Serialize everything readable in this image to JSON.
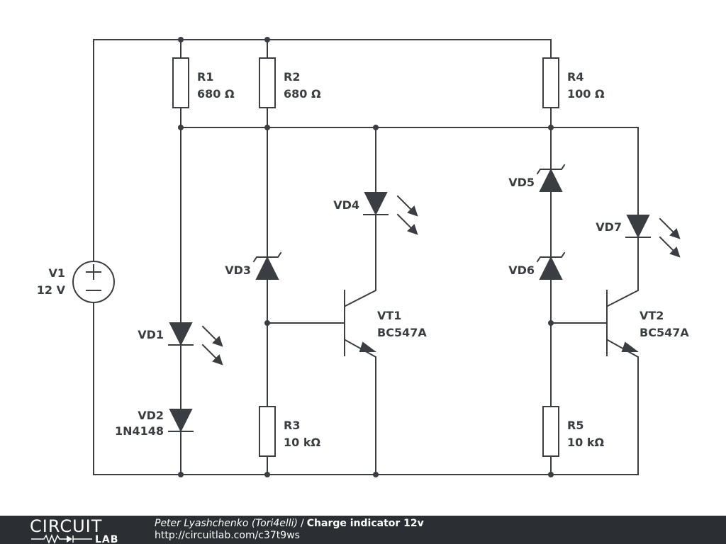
{
  "components": {
    "R1": {
      "ref": "R1",
      "value": "680 Ω"
    },
    "R2": {
      "ref": "R2",
      "value": "680 Ω"
    },
    "R3": {
      "ref": "R3",
      "value": "10 kΩ"
    },
    "R4": {
      "ref": "R4",
      "value": "100 Ω"
    },
    "R5": {
      "ref": "R5",
      "value": "10 kΩ"
    },
    "V1": {
      "ref": "V1",
      "value": "12 V"
    },
    "VD1": {
      "ref": "VD1"
    },
    "VD2": {
      "ref": "VD2",
      "value": "1N4148"
    },
    "VD3": {
      "ref": "VD3"
    },
    "VD4": {
      "ref": "VD4"
    },
    "VD5": {
      "ref": "VD5"
    },
    "VD6": {
      "ref": "VD6"
    },
    "VD7": {
      "ref": "VD7"
    },
    "VT1": {
      "ref": "VT1",
      "value": "BC547A"
    },
    "VT2": {
      "ref": "VT2",
      "value": "BC547A"
    }
  },
  "footer": {
    "logo_word": "CIRCUIT",
    "logo_sub": "LAB",
    "author": "Peter Lyashchenko (Tori4elli)",
    "separator": "/",
    "title": "Charge indicator 12v",
    "url": "http://circuitlab.com/c37t9ws"
  },
  "colors": {
    "ink": "#3a3e42",
    "footer_bg": "#2b2f33",
    "background": "#ffffff"
  }
}
